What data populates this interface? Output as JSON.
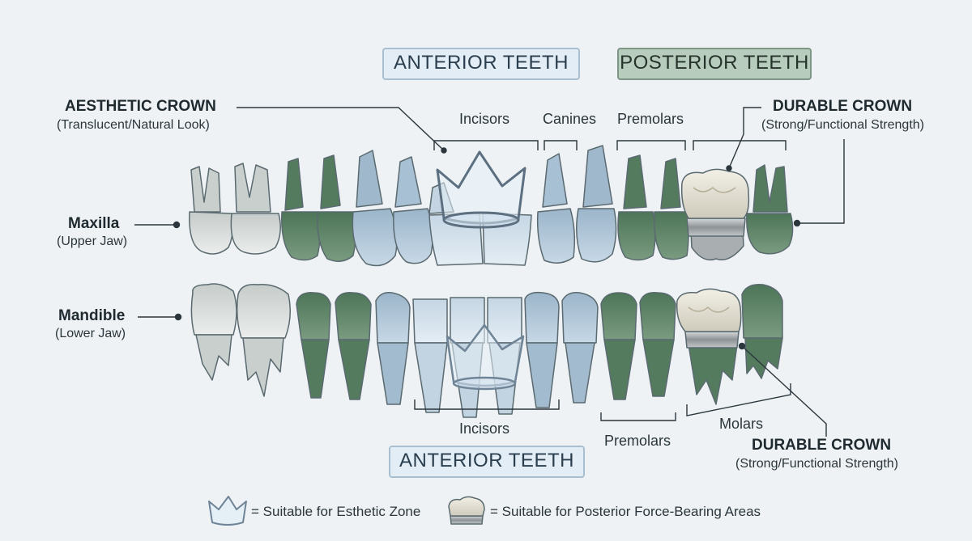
{
  "headers": {
    "top_anterior": "ANTERIOR TEETH",
    "top_posterior": "POSTERIOR TEETH",
    "bottom_anterior": "ANTERIOR TEETH"
  },
  "callouts": {
    "aesthetic_title": "AESTHETIC CROWN",
    "aesthetic_sub": "(Translucent/Natural Look)",
    "durable_top_title": "DURABLE CROWN",
    "durable_top_sub": "(Strong/Functional Strength)",
    "durable_bottom_title": "DURABLE CROWN",
    "durable_bottom_sub": "(Strong/Functional Strength)"
  },
  "jaws": {
    "maxilla": "Maxilla",
    "maxilla_sub": "(Upper Jaw)",
    "mandible": "Mandible",
    "mandible_sub": "(Lower Jaw)"
  },
  "tooth_groups": {
    "upper_incisors": "Incisors",
    "upper_canines": "Canines",
    "upper_premolars": "Premolars",
    "lower_incisors": "Incisors",
    "lower_premolars": "Premolars",
    "lower_molars": "Molars"
  },
  "legend": {
    "esthetic": "= Suitable for Esthetic Zone",
    "posterior": "= Suitable for Posterior Force-Bearing Areas"
  },
  "colors": {
    "molar_white": "#d8dcda",
    "green": "#5d8366",
    "blue": "#a9c2d6",
    "pale_blue": "#cfdeea",
    "crown_metal": "#9ea3a6",
    "crown_porcelain": "#e4e0d2"
  }
}
